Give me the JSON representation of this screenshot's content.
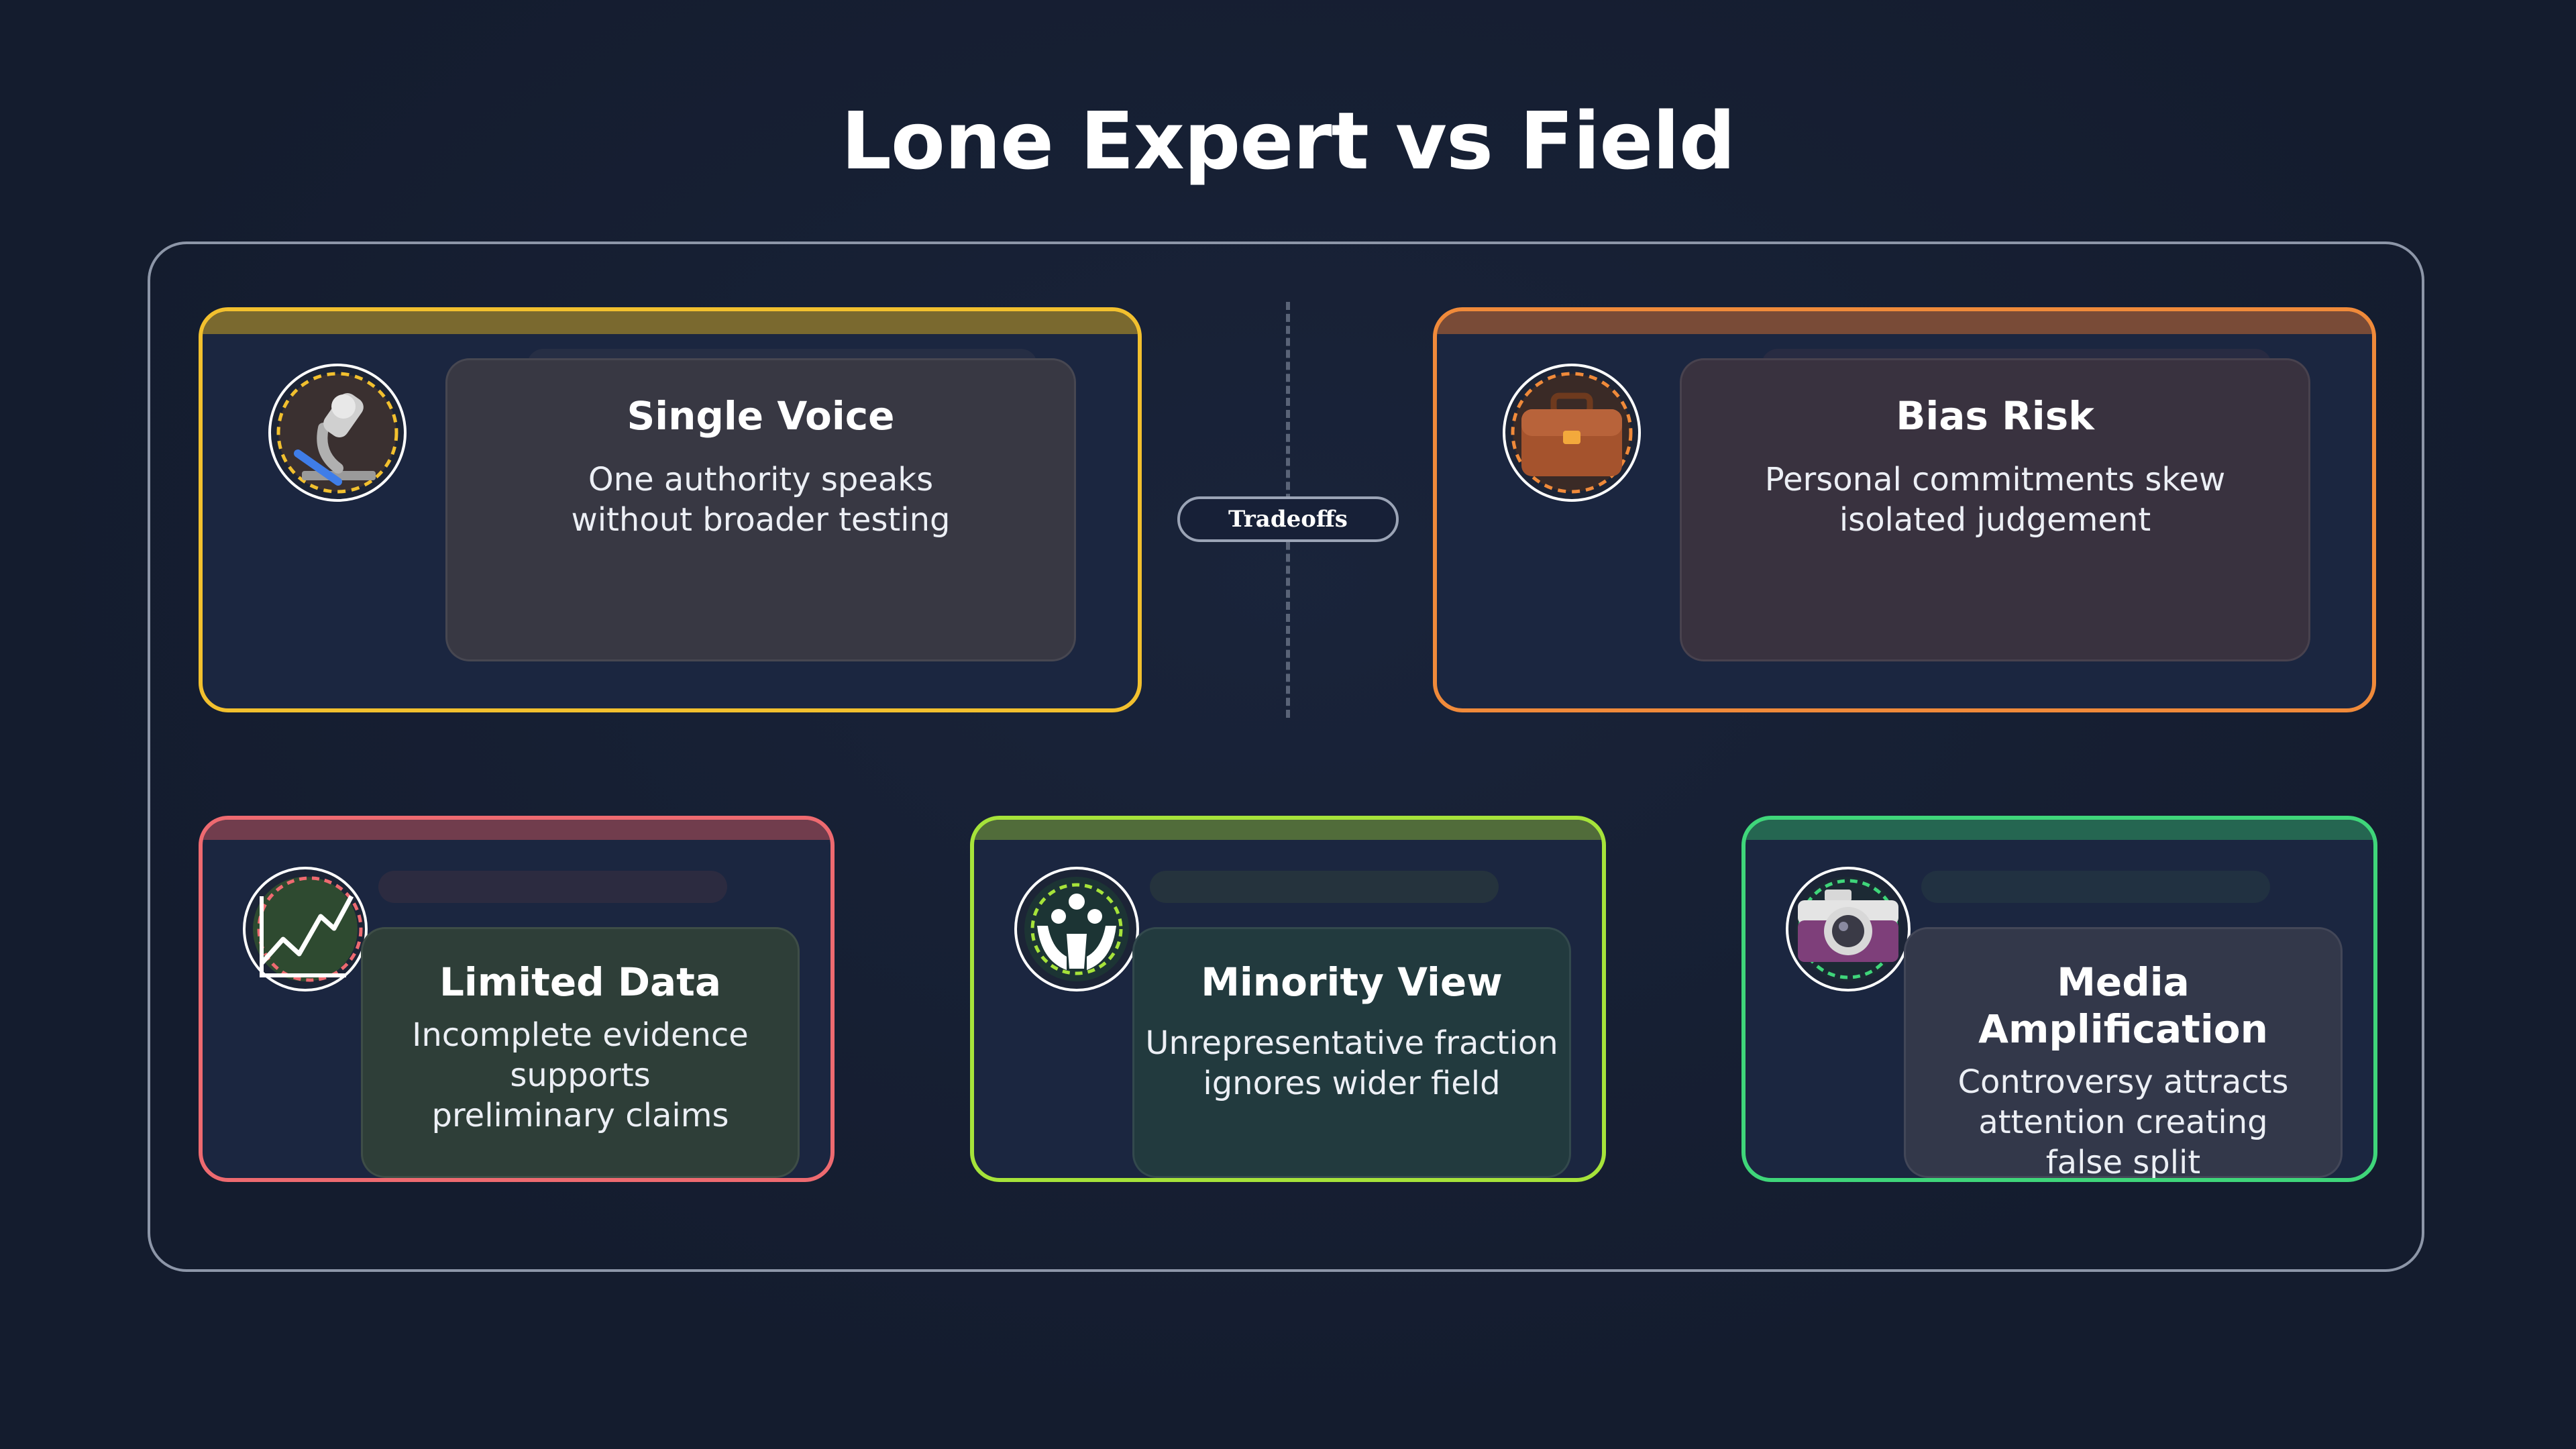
{
  "title": "Lone Expert vs Field",
  "divider_label": "Tradeoffs",
  "cards": [
    {
      "title": "Single Voice",
      "lines": [
        "One authority speaks",
        "without broader testing"
      ],
      "accent": "#f2c02e",
      "icon": "microscope-icon"
    },
    {
      "title": "Bias Risk",
      "lines": [
        "Personal commitments skew",
        "isolated judgement"
      ],
      "accent": "#f08a3a",
      "icon": "briefcase-icon"
    },
    {
      "title": "Limited Data",
      "lines": [
        "Incomplete evidence",
        "supports",
        "preliminary claims"
      ],
      "accent": "#ee6a70",
      "icon": "chart-line-icon"
    },
    {
      "title": "Minority View",
      "lines": [
        "Unrepresentative fraction",
        "ignores wider field"
      ],
      "accent": "#a6e33a",
      "icon": "people-hands-icon"
    },
    {
      "title": "Media Amplification",
      "lines": [
        "Controversy attracts",
        "attention creating",
        "false split"
      ],
      "accent": "#3fd67a",
      "icon": "camera-icon"
    }
  ]
}
